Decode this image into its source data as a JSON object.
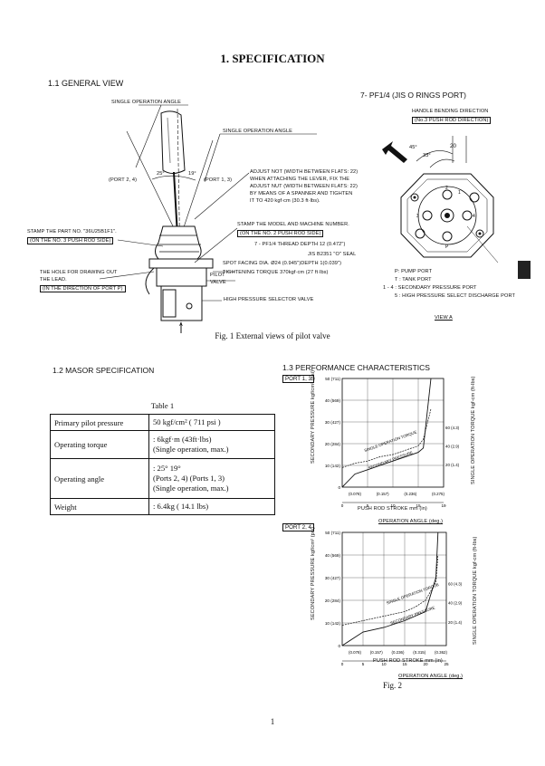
{
  "page": {
    "title": "1.   SPECIFICATION",
    "section_1_1": "1.1  GENERAL VIEW",
    "fig1_caption": "Fig. 1   External views of pilot valve",
    "section_1_2": "1.2  MASOR SPECIFICATION",
    "section_1_3": "1.3 PERFORMANCE CHARACTERISTICS",
    "fig2_caption": "Fig. 2",
    "page_number": "1"
  },
  "general_view": {
    "label_single_angle_top": "SINGLE OPERATION ANGLE",
    "label_single_angle_mid": "SINGLE OPERATION ANGLE",
    "label_port24": "(PORT 2, 4)",
    "label_port13": "(PORT 1, 3)",
    "angle_25": "25°",
    "angle_19": "19°",
    "adjust_nut": "ADJUST NOT (WIDTH BETWEEN FLATS: 22)\nWHEN ATTACHING THE LEVER, FIX THE\nADJUST NUT (WIDTH BETWEEN FLATS: 22)\nBY MEANS OF A SPANNER AND TIGHTEN\nIT TO 420 kgf·cm (30.3 ft·lbs).",
    "stamp_model_1": "STAMP THE MODEL AND MACHINE NUMBER.",
    "stamp_model_2": "(ON THE NO. 2 PUSH ROD SIDE)",
    "stamp_part_1": "STAMP THE PART NO. \"36U25B1F1\".",
    "stamp_part_2": "(ON THE NO. 3 PUSH ROD SIDE)",
    "thread": "7 - PF1/4 THREAD DEPTH 12 (0.472\")",
    "seal": "JIS B2351 \"O\" SEAL",
    "spot_facing": "SPOT FACING DIA. Ø24 (0.945\")DEPTH 1(0.039\")",
    "torque": "TIGHTENING TORQUE 370kgf·cm (27 ft·lbs)",
    "hole_1": "THE HOLE FOR DRAWING OUT",
    "hole_2": "THE LEAD.",
    "hole_3": "(IN THE DIRECTION OF PORT P)",
    "pilot_valve": "PILOT\nVALVE",
    "hp_selector": "HIGH PRESSURE SELECTOR VALVE",
    "label_a": "A",
    "port_title": "7- PF1/4 (JIS O RINGS PORT)",
    "handle_dir_1": "HANDLE BENDING DIRECTION",
    "handle_dir_2": "(No.3 PUSH ROD DIRECTION)",
    "angle_45": "45°",
    "angle_33": "33°",
    "dim_20": "20",
    "port_p": "P: PUMP PORT",
    "port_t": "T : TANK PORT",
    "port_14": "1 - 4 : SECONDARY PRESSURE PORT",
    "port_5": "5 : HIGH PRESSURE SELECT DISCHARGE PORT",
    "view_a": "VIEW  A"
  },
  "spec_table": {
    "caption": "Table 1",
    "rows": [
      {
        "label": "Primary pilot pressure",
        "value": "50 kgf/cm² ( 711 psi )"
      },
      {
        "label": "Operating torque",
        "value": ": 6kgf·m (43ft·lbs)\n(Single operation, max.)"
      },
      {
        "label": "Operating angle",
        "value": ": 25°      19°\n(Ports 2, 4) (Ports 1, 3)\n(Single operation, max.)"
      },
      {
        "label": "Weight",
        "value": ": 6.4kg ( 14.1 lbs)"
      }
    ]
  },
  "chart_data": [
    {
      "type": "line",
      "title": "PORT 1, 3",
      "ylabel": "SECONDARY PRESSURE kgf/cm² (psi)",
      "y2label": "SINGLE OPERATION TORQUE kgf-cm (ft-lbs)",
      "xlabel": "PUSH ROD STROKE mm (in)",
      "x2label": "OPERATION ANGLE (deg.)",
      "ylim": [
        0,
        50
      ],
      "yticks": [
        "50 (711)",
        "40 (569)",
        "30 (427)",
        "20 (284)",
        "10 (142)",
        "0"
      ],
      "y2ticks": [
        "60 (4.3)",
        "40 (2.9)",
        "20 (1.4)"
      ],
      "xticks": [
        "(0.078)",
        "(0.157)",
        "(0.236)",
        "(0.275)"
      ],
      "x2ticks": [
        "0",
        "5",
        "10",
        "15",
        "19"
      ],
      "series": [
        {
          "name": "SECONDARY PRESSURE",
          "x": [
            0,
            1,
            2,
            3,
            4,
            5,
            6,
            6.4,
            7
          ],
          "y": [
            0,
            6,
            8,
            10,
            12,
            14,
            16,
            18,
            50
          ]
        },
        {
          "name": "SINGLE OPERATION TORQUE",
          "x": [
            0,
            1,
            2,
            3,
            4,
            5,
            6,
            6.4,
            7
          ],
          "y": [
            9,
            11,
            12,
            14,
            15,
            17,
            19,
            22,
            36
          ]
        }
      ]
    },
    {
      "type": "line",
      "title": "PORT 2, 4",
      "ylabel": "SECONDARY PRESSURE kgf/cm² (psi)",
      "y2label": "SINGLE OPERATION TORQUE kgf-cm (ft-lbs)",
      "xlabel": "PUSH ROD STROKE mm (in)",
      "x2label": "OPERATION ANGLE (deg.)",
      "ylim": [
        0,
        50
      ],
      "yticks": [
        "50 (711)",
        "40 (569)",
        "30 (427)",
        "20 (284)",
        "10 (142)",
        "0"
      ],
      "y2ticks": [
        "60 (4.3)",
        "40 (2.9)",
        "20 (1.4)"
      ],
      "xticks": [
        "(0.078)",
        "(0.157)",
        "(0.236)",
        "(0.315)",
        "(0.362)"
      ],
      "x2ticks": [
        "0",
        "5",
        "10",
        "15",
        "20",
        "25"
      ],
      "series": [
        {
          "name": "SECONDARY PRESSURE",
          "x": [
            0,
            2,
            4,
            6,
            7,
            8,
            9,
            9.2
          ],
          "y": [
            0,
            6,
            8,
            11,
            13,
            15,
            30,
            50
          ]
        },
        {
          "name": "SINGLE OPERATION TORQUE",
          "x": [
            0,
            2,
            4,
            6,
            7,
            8,
            9,
            9.2
          ],
          "y": [
            9,
            11,
            13,
            15,
            17,
            20,
            28,
            40
          ]
        }
      ]
    }
  ]
}
